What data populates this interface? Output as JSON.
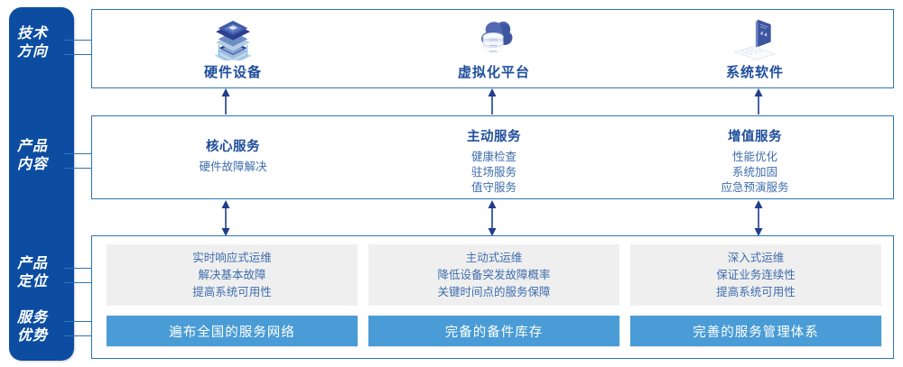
{
  "sidebar": {
    "labels": [
      {
        "name": "tech-direction",
        "line1": "技术",
        "line2": "方向"
      },
      {
        "name": "product-content",
        "line1": "产品",
        "line2": "内容"
      },
      {
        "name": "product-position",
        "line1": "产品",
        "line2": "定位"
      },
      {
        "name": "service-advantage",
        "line1": "服务",
        "line2": "优势"
      }
    ],
    "color": "#0C4DA2"
  },
  "tech_row": {
    "columns": [
      {
        "icon": "server-stack-icon",
        "title": "硬件设备"
      },
      {
        "icon": "cloud-database-icon",
        "title": "虚拟化平台"
      },
      {
        "icon": "laptop-code-icon",
        "title": "系统软件"
      }
    ]
  },
  "product_content": {
    "columns": [
      {
        "title": "核心服务",
        "items": [
          "硬件故障解决"
        ]
      },
      {
        "title": "主动服务",
        "items": [
          "健康检查",
          "驻场服务",
          "值守服务"
        ]
      },
      {
        "title": "增值服务",
        "items": [
          "性能优化",
          "系统加固",
          "应急预演服务"
        ]
      }
    ]
  },
  "product_position": {
    "cards": [
      {
        "lines": [
          "实时响应式运维",
          "解决基本故障",
          "提高系统可用性"
        ]
      },
      {
        "lines": [
          "主动式运维",
          "降低设备突发故障概率",
          "关键时间点的服务保障"
        ]
      },
      {
        "lines": [
          "深入式运维",
          "保证业务连续性",
          "提高系统可用性"
        ]
      }
    ],
    "card_color": "#EFEFEF"
  },
  "service_advantage": {
    "bars": [
      "遍布全国的服务网络",
      "完备的备件库存",
      "完善的服务管理体系"
    ],
    "bar_color": "#4A9CD6"
  },
  "accents": {
    "border_blue": "#2E75B6",
    "title_blue": "#1F4E9C",
    "body_blue": "#3E6DAD",
    "arrow_blue": "#1F3E8C"
  }
}
